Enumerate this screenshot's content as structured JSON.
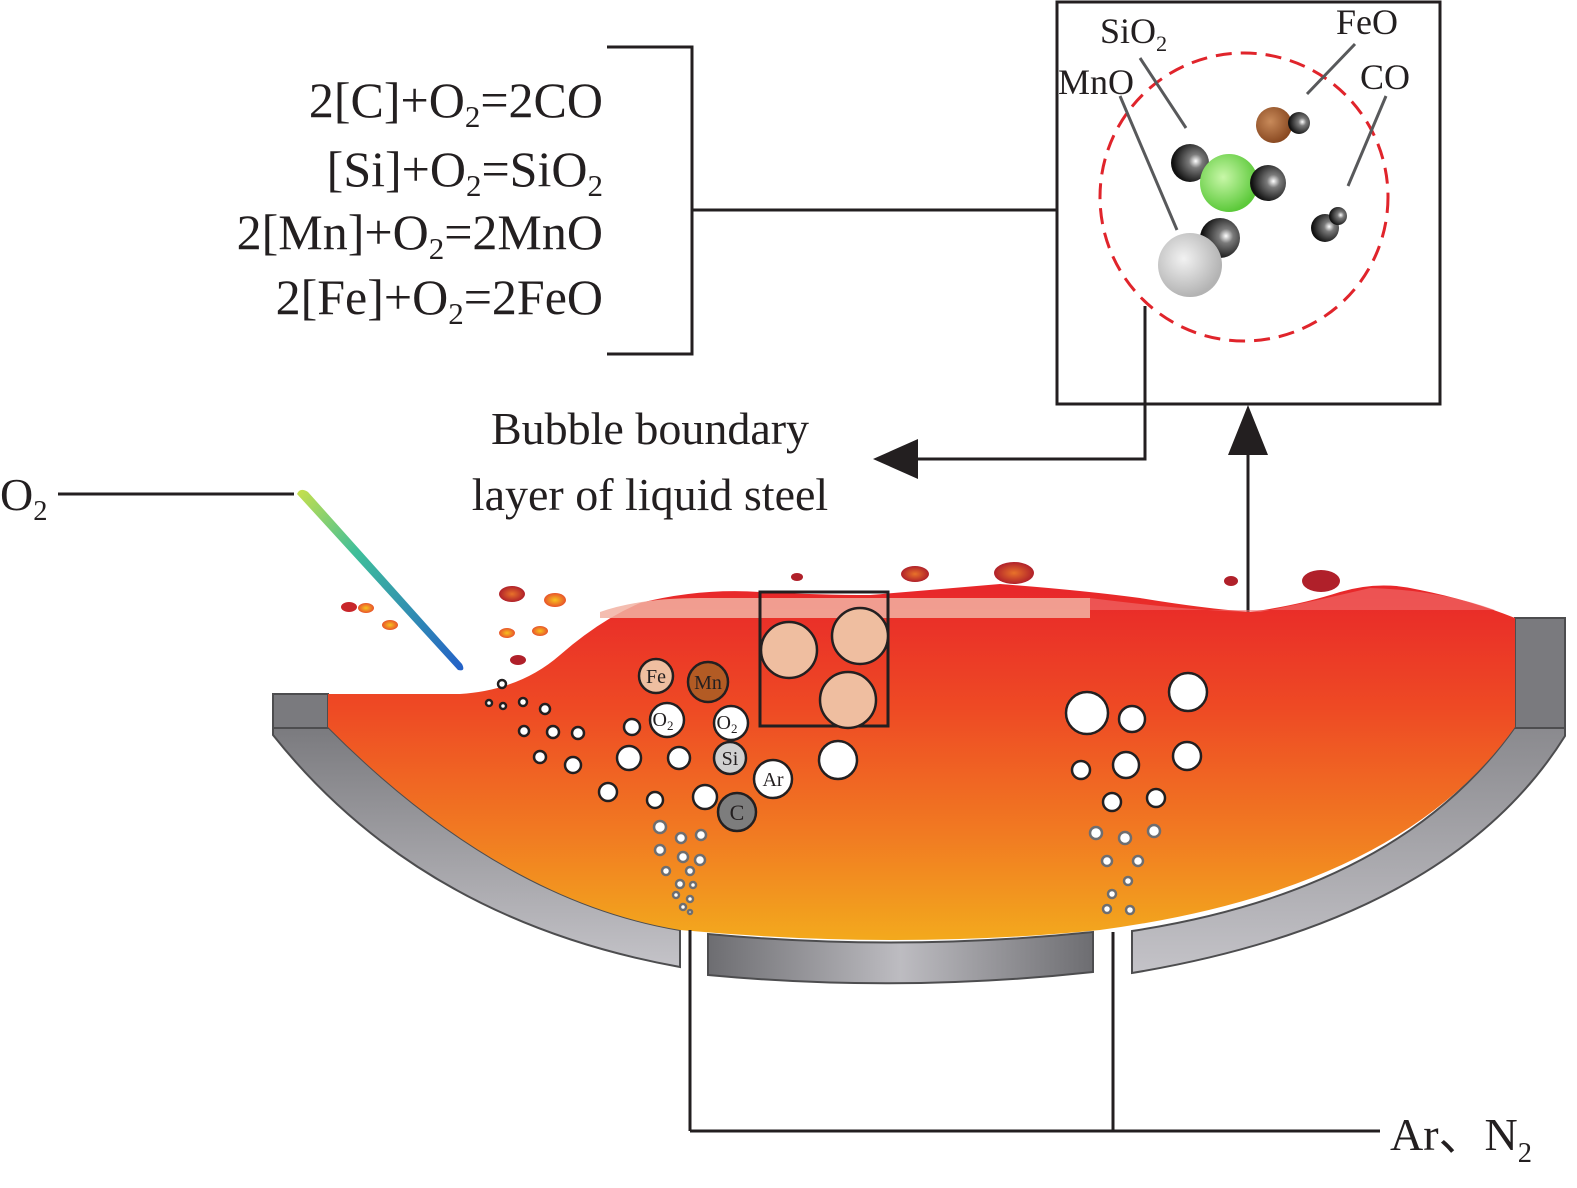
{
  "equations": [
    {
      "pre": "2[C]+O",
      "sub": "2",
      "post": "=2CO",
      "post_sub": ""
    },
    {
      "pre": "[Si]+O",
      "sub": "2",
      "post": "=SiO",
      "post_sub": "2"
    },
    {
      "pre": "2[Mn]+O",
      "sub": "2",
      "post": "=2MnO",
      "post_sub": ""
    },
    {
      "pre": "2[Fe]+O",
      "sub": "2",
      "post": "=2FeO",
      "post_sub": ""
    }
  ],
  "inset_labels": {
    "sio2": {
      "text": "SiO",
      "sub": "2"
    },
    "feo": {
      "text": "FeO"
    },
    "mno": {
      "text": "MnO"
    },
    "co": {
      "text": "CO"
    }
  },
  "boundary_label": [
    "Bubble boundary",
    "layer of liquid steel"
  ],
  "lance_label": {
    "text": "O",
    "sub": "2"
  },
  "gas_label": {
    "text": "Ar、N",
    "sub": "2"
  },
  "bubble_labels": {
    "fe": "Fe",
    "mn": "Mn",
    "o2a": {
      "text": "O",
      "sub": "2"
    },
    "o2b": {
      "text": "O",
      "sub": "2"
    },
    "si": "Si",
    "ar": "Ar",
    "c": "C"
  },
  "colors": {
    "steel_top": "#e8262a",
    "steel_bottom": "#f3a31d",
    "vessel": "#9b9b9f",
    "fe_bubble": "#efbea0",
    "mn_bubble": "#b35b24",
    "si_bubble": "#d0d0d0",
    "c_bubble": "#7d7d7d",
    "boundary_circle": "#e0242b",
    "sio2_particle": "#7fd84b"
  }
}
